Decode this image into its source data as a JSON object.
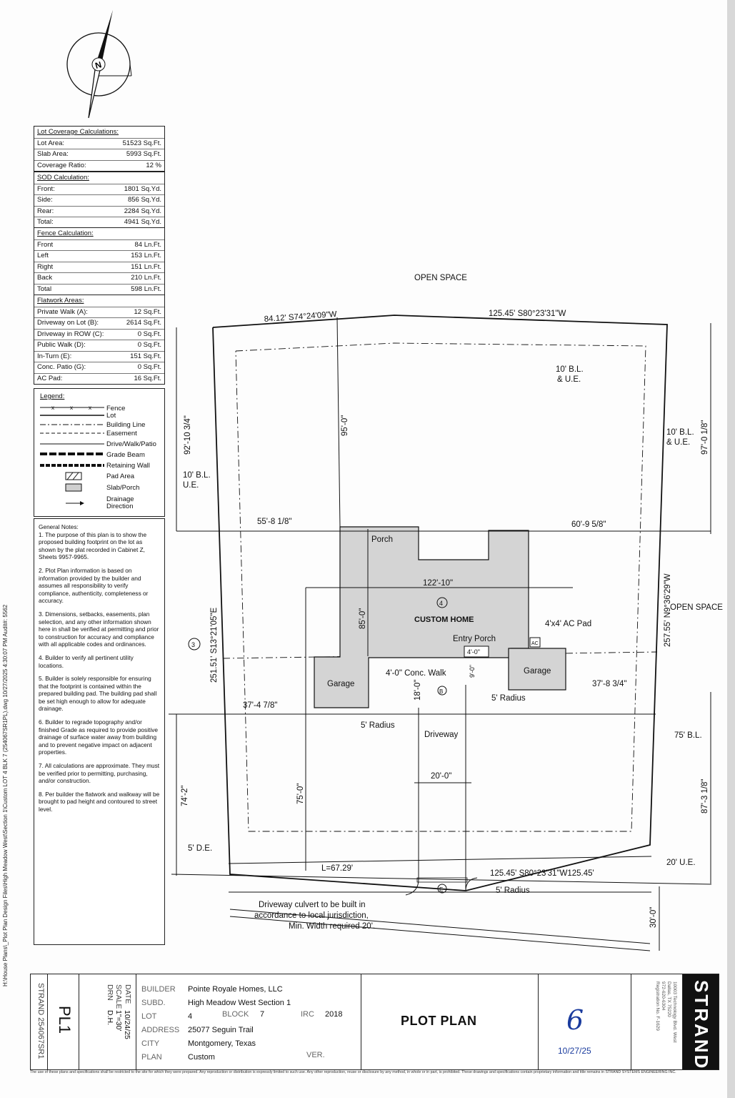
{
  "north_label": "N",
  "lot_coverage": {
    "title": "Lot Coverage Calculations:",
    "rows": [
      {
        "label": "Lot Area:",
        "value": "51523 Sq.Ft."
      },
      {
        "label": "Slab Area:",
        "value": "5993 Sq.Ft."
      },
      {
        "label": "Coverage Ratio:",
        "value": "12 %"
      }
    ]
  },
  "sod": {
    "title": "SOD Calculation:",
    "rows": [
      {
        "label": "Front:",
        "value": "1801 Sq.Yd."
      },
      {
        "label": "Side:",
        "value": "856 Sq.Yd."
      },
      {
        "label": "Rear:",
        "value": "2284 Sq.Yd."
      },
      {
        "label": "Total:",
        "value": "4941 Sq.Yd."
      }
    ]
  },
  "fence": {
    "title": "Fence Calculation:",
    "rows": [
      {
        "label": "Front",
        "value": "84 Ln.Ft."
      },
      {
        "label": "Left",
        "value": "153 Ln.Ft."
      },
      {
        "label": "Right",
        "value": "151 Ln.Ft."
      },
      {
        "label": "Back",
        "value": "210 Ln.Ft."
      },
      {
        "label": "Total",
        "value": "598 Ln.Ft."
      }
    ]
  },
  "flatwork": {
    "title": "Flatwork Areas:",
    "rows": [
      {
        "label": "Private Walk (A):",
        "value": "12 Sq.Ft."
      },
      {
        "label": "Driveway on Lot (B):",
        "value": "2614 Sq.Ft."
      },
      {
        "label": "Driveway in ROW (C):",
        "value": "0 Sq.Ft."
      },
      {
        "label": "Public Walk (D):",
        "value": "0 Sq.Ft."
      },
      {
        "label": "In-Turn (E):",
        "value": "151 Sq.Ft."
      },
      {
        "label": "Conc. Patio (G):",
        "value": "0 Sq.Ft."
      },
      {
        "label": "AC Pad:",
        "value": "16 Sq.Ft."
      }
    ]
  },
  "legend": {
    "title": "Legend:",
    "items": [
      "Fence",
      "Lot",
      "Building Line",
      "Easement",
      "Drive/Walk/Patio",
      "Grade Beam",
      "Retaining Wall",
      "Pad Area",
      "Slab/Porch",
      "Drainage\nDirection"
    ]
  },
  "notes": {
    "title": "General Notes:",
    "items": [
      "1. The purpose of this plan is to show the proposed building footprint on the lot as shown by the plat recorded in Cabinet Z, Sheets 9957-9965.",
      "2. Plot Plan information is based on information provided by the builder and assumes all responsibility to verify compliance, authenticity, completeness or accuracy.",
      "3. Dimensions, setbacks, easements, plan selection, and any other information shown here in shall be verified at permitting and prior to construction for accuracy and compliance with all applicable codes and ordinances.",
      "4. Builder to verify all pertinent utility locations.",
      "5. Builder is solely responsible for ensuring that the footprint is contained within the prepared building pad. The building pad shall be set high enough to allow for adequate drainage.",
      "6. Builder to regrade topography and/or finished Grade as required to provide positive drainage of surface water away from building and to prevent negative impact on adjacent properties.",
      "7. All calculations are approximate. They must be verified prior to permitting, purchasing, and/or construction.",
      "8. Per builder the flatwork and walkway will be brought to pad height and contoured to street level."
    ]
  },
  "file_path": "H:\\House Plans\\_Plot Plan Design Files\\High Meadow West\\Section 1\\Custom LOT 4 BLK 7 (254067SR1PL).dwg 10/27/2025 4:30:07 PM Audit#: 5562",
  "plan": {
    "open_space_top": "OPEN SPACE",
    "open_space_right": "OPEN SPACE",
    "rear_bearing_left": "84.12' S74°24'09\"W",
    "rear_bearing_right": "125.45' S80°23'31\"W",
    "front_bearing": "125.45' S80°23'31\"W125.45'",
    "curve": "L=67.29'",
    "left_bearing": "251.51' S13°21'05\"E",
    "right_bearing": "257.55' N9°36'29\"W",
    "bl_ue_top": "10' B.L.\n& U.E.",
    "bl_ue_right": "10' B.L.\n& U.E.",
    "bl_ue_left": "10' B.L.\nU.E.",
    "bl_75": "75' B.L.",
    "de_5": "5' D.E.",
    "ue_20": "20' U.E.",
    "dim_95": "95'-0\"",
    "dim_92_left": "92'-10 3/4\"",
    "dim_97_right": "97'-0 1/8\"",
    "dim_55": "55'-8 1/8\"",
    "dim_60": "60'-9 5/8\"",
    "dim_122": "122'-10\"",
    "dim_85": "85'-0\"",
    "dim_37_left": "37'-4 7/8\"",
    "dim_37_right": "37'-8 3/4\"",
    "dim_74": "74'-2\"",
    "dim_87": "87'-3 1/8\"",
    "dim_75": "75'-0\"",
    "dim_20": "20'-0\"",
    "dim_18": "18'-0\"",
    "dim_30": "30'-0\"",
    "dim_walk_4": "4'-0\"",
    "dim_walk_v": "9'-0\"",
    "lot_number": "3",
    "home_number": "4",
    "home_label": "CUSTOM HOME",
    "porch": "Porch",
    "entry_porch": "Entry Porch",
    "garage_left": "Garage",
    "garage_right": "Garage",
    "ac_pad": "4'x4' AC Pad",
    "ac": "AC",
    "conc_walk": "4'-0\" Conc. Walk",
    "radius_a": "5' Radius",
    "radius_b": "5' Radius",
    "radius_c": "5' Radius",
    "driveway": "Driveway",
    "tag_b": "B",
    "tag_e": "E",
    "culvert": "Driveway culvert to be built in\naccordance to local jurisdiction,\nMin. Width required 20'."
  },
  "title_block": {
    "strand_id": "STRAND 254067SR1",
    "sheet": "PL1",
    "date_label": "DATE",
    "date_value": "10/24/25",
    "scale_label": "SCALE",
    "scale_value": "1\"=30'",
    "drn_label": "DRN",
    "drn_value": "D.H.",
    "builder_label": "BUILDER",
    "builder": "Pointe Royale Homes, LLC",
    "subd_label": "SUBD.",
    "subd": "High Meadow West Section 1",
    "lot_label": "LOT",
    "lot": "4",
    "block_label": "BLOCK",
    "block": "7",
    "irc_label": "IRC",
    "irc": "2018",
    "address_label": "ADDRESS",
    "address": "25077 Seguin Trail",
    "city_label": "CITY",
    "city": "Montgomery, Texas",
    "plan_label": "PLAN",
    "plan": "Custom",
    "ver_label": "VER.",
    "title": "PLOT PLAN",
    "approval_mark": "6",
    "approval_date": "10/27/25",
    "company_address": "10003 Technology Blvd. West\nDallas, TX 75220\n972-620-6304\nRegistration No. F-1629",
    "company": "STRAND"
  },
  "disclaimer": "The use of these plans and specifications shall be restricted to the site for which they were prepared. Any reproduction or distribution is expressly limited to such use. Any other reproduction, reuse or disclosure by any method, in whole or in part, is prohibited. These drawings and specifications contain proprietary information and title remains in STRAND SYSTEMS ENGINEERING INC."
}
